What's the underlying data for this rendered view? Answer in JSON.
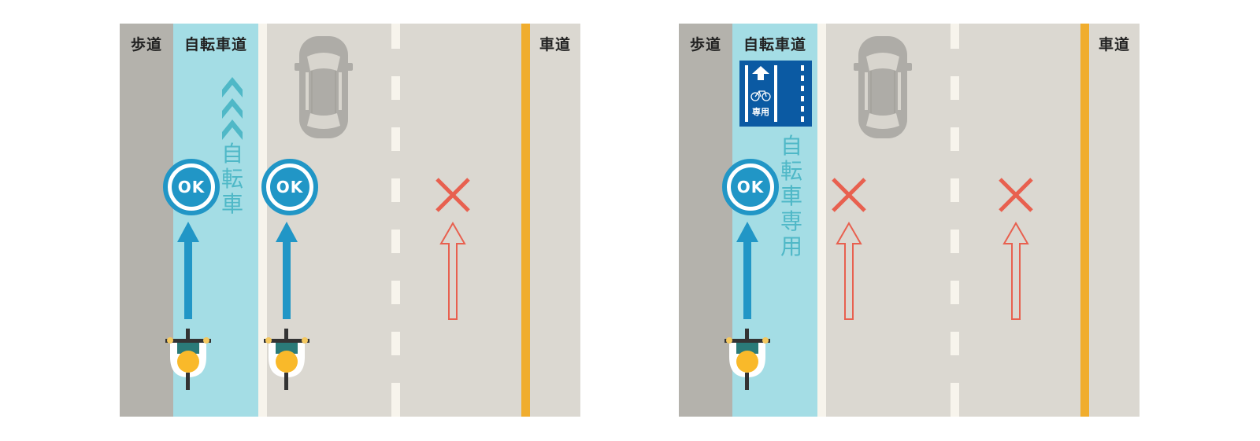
{
  "colors": {
    "sidewalk": "#b4b2ac",
    "bike_lane": "#a4dde5",
    "road": "#dbd8d1",
    "white_line": "#f7f4ec",
    "center_line": "#f0ad2e",
    "ok_blue": "#2196c6",
    "ng_red": "#e8604f",
    "lane_text": "#4fb8c7",
    "sign_blue": "#0b5aa3"
  },
  "left_panel": {
    "sidewalk_label": "歩道",
    "bike_lane_label": "自転車道",
    "roadway_label": "車道",
    "lane_marking_text": [
      "自",
      "転",
      "車"
    ],
    "ok_badges": [
      "OK",
      "OK"
    ],
    "ng_marks": [
      "×"
    ]
  },
  "right_panel": {
    "sidewalk_label": "歩道",
    "bike_lane_label": "自転車道",
    "roadway_label": "車道",
    "lane_marking_text": [
      "自",
      "転",
      "車",
      "専",
      "用"
    ],
    "sign_text": "専用",
    "ok_badges": [
      "OK"
    ],
    "ng_marks": [
      "×",
      "×"
    ]
  }
}
